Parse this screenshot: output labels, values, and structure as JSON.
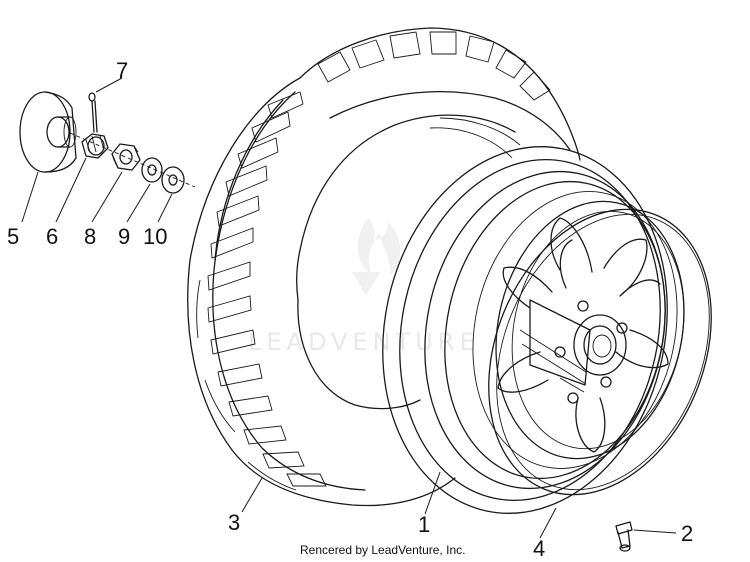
{
  "callouts": [
    {
      "id": "1",
      "label": "1"
    },
    {
      "id": "2",
      "label": "2"
    },
    {
      "id": "3",
      "label": "3"
    },
    {
      "id": "4",
      "label": "4"
    },
    {
      "id": "5",
      "label": "5"
    },
    {
      "id": "6",
      "label": "6"
    },
    {
      "id": "7",
      "label": "7"
    },
    {
      "id": "8",
      "label": "8"
    },
    {
      "id": "9",
      "label": "9"
    },
    {
      "id": "10",
      "label": "10"
    }
  ],
  "watermark": "LEADVENTURE",
  "credit": "Rencered by LeadVenture, Inc."
}
